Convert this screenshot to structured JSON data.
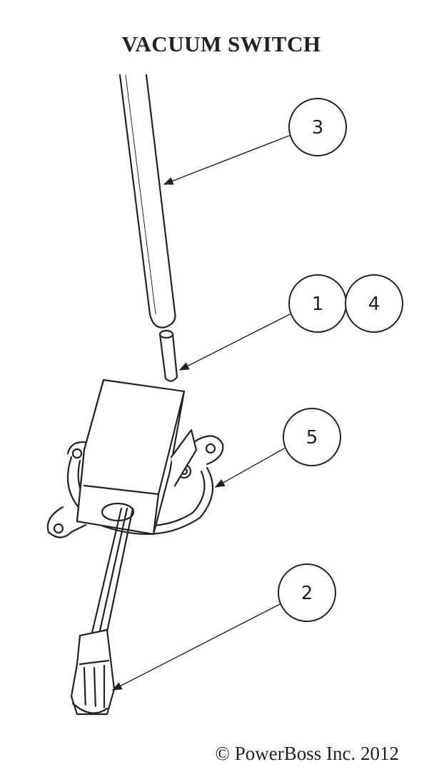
{
  "title": "VACUUM SWITCH",
  "copyright": "© PowerBoss Inc. 2012",
  "callouts": [
    {
      "label": "3",
      "part": "hose"
    },
    {
      "label": "1",
      "part": "fitting"
    },
    {
      "label": "4",
      "part": "fitting"
    },
    {
      "label": "5",
      "part": "switch-body"
    },
    {
      "label": "2",
      "part": "connector"
    }
  ]
}
